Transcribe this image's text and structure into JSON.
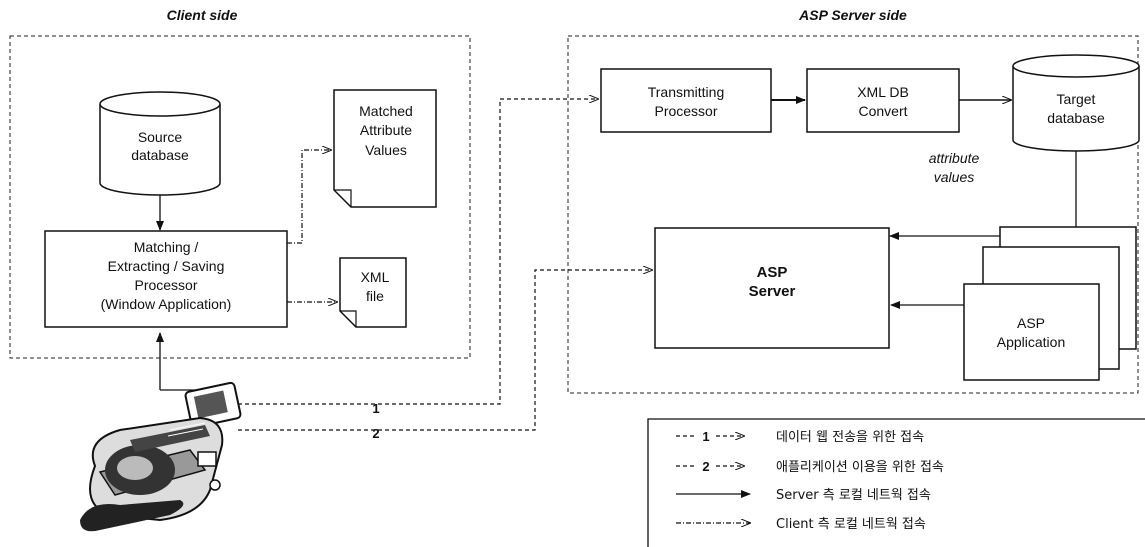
{
  "titles": {
    "client": "Client side",
    "server": "ASP Server side"
  },
  "client": {
    "source_db": [
      "Source",
      "database"
    ],
    "matched": [
      "Matched",
      "Attribute",
      "Values"
    ],
    "processor": [
      "Matching /",
      "Extracting / Saving",
      "Processor",
      "(Window Application)"
    ],
    "xml_file": [
      "XML",
      "file"
    ]
  },
  "server": {
    "transmitting": [
      "Transmitting",
      "Processor"
    ],
    "xml_convert": [
      "XML DB",
      "Convert"
    ],
    "target_db": [
      "Target",
      "database"
    ],
    "attr_values": [
      "attribute",
      "values"
    ],
    "asp_server": [
      "ASP",
      "Server"
    ],
    "asp_app": [
      "ASP",
      "Application"
    ]
  },
  "connections": {
    "one": "1",
    "two": "2"
  },
  "legend": [
    {
      "marker": "1",
      "text": "데이터 웹 전송을 위한 접속"
    },
    {
      "marker": "2",
      "text": "애플리케이션 이용을 위한 접속"
    },
    {
      "marker": "",
      "text": "Server 측 로컬 네트웍 접속"
    },
    {
      "marker": "",
      "text": "Client 측 로컬 네트웍 접속"
    }
  ]
}
